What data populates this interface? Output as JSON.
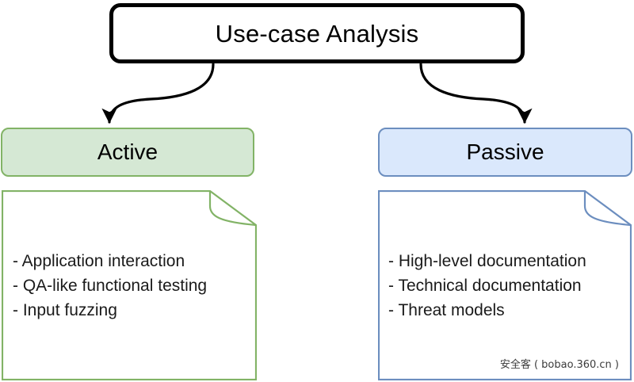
{
  "diagram": {
    "title": "Use-case Analysis",
    "root": {
      "label": "Use-case Analysis"
    },
    "branches": [
      {
        "id": "active",
        "label": "Active",
        "fill": "#d5e8d4",
        "stroke": "#82b366",
        "items": [
          "- Application interaction",
          "- QA-like functional testing",
          "- Input fuzzing"
        ]
      },
      {
        "id": "passive",
        "label": "Passive",
        "fill": "#dae8fc",
        "stroke": "#6c8ebf",
        "items": [
          "- High-level documentation",
          "- Technical documentation",
          "- Threat models"
        ]
      }
    ],
    "watermark": "安全客 ( bobao.360.cn )",
    "colors": {
      "root_stroke": "#000000",
      "edge": "#000000",
      "background": "#ffffff"
    }
  }
}
